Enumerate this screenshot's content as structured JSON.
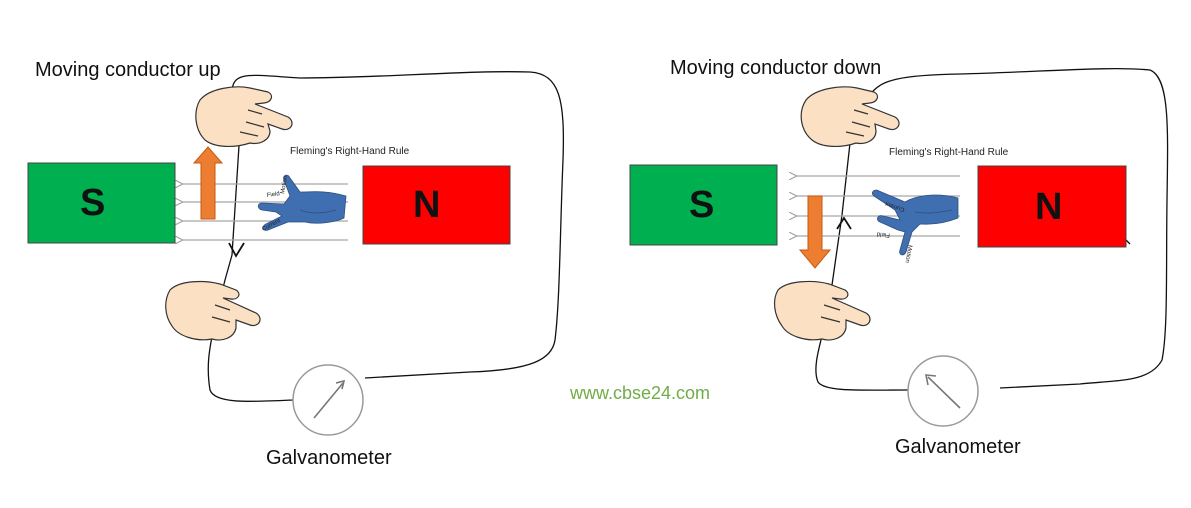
{
  "left_panel": {
    "title": "Moving conductor up",
    "rule_title": "Fleming's Right-Hand Rule",
    "south_label": "S",
    "north_label": "N",
    "galvanometer_label": "Galvanometer",
    "hand_labels": {
      "motion": "Motion",
      "field": "Field",
      "current": "Current"
    }
  },
  "right_panel": {
    "title": "Moving conductor down",
    "rule_title": "Fleming's Right-Hand Rule",
    "south_label": "S",
    "north_label": "N",
    "galvanometer_label": "Galvanometer",
    "hand_labels": {
      "motion": "Motion",
      "field": "Field",
      "current": "Current"
    }
  },
  "website": "www.cbse24.com",
  "colors": {
    "south_pole": "#00b050",
    "north_pole": "#ff0000",
    "motion_arrow": "#ed7d31",
    "hand_blue": "#3f6fb0",
    "skin": "#fbe0c4",
    "field_lines": "#a6a6a6",
    "website": "#70ad47"
  }
}
